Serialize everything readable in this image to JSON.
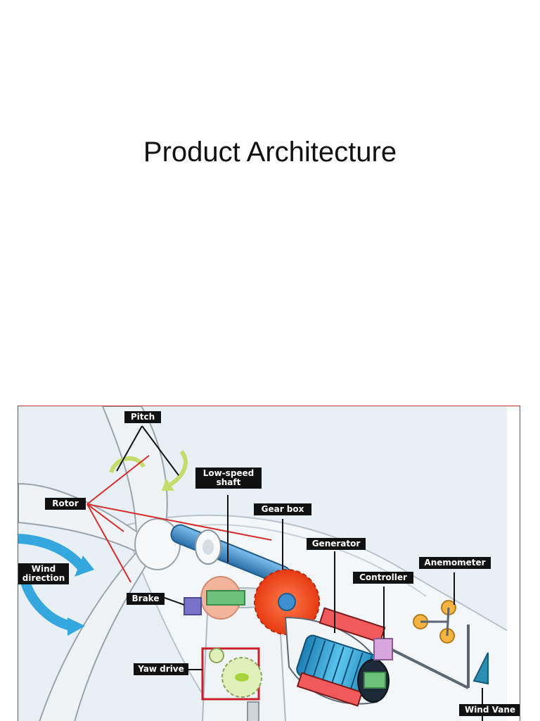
{
  "slide": {
    "title": "Product Architecture"
  },
  "diagram": {
    "labels": {
      "pitch": "Pitch",
      "low_speed_shaft": "Low-speed shaft",
      "rotor": "Rotor",
      "gear_box": "Gear box",
      "generator": "Generator",
      "anemometer": "Anemometer",
      "wind_direction": "Wind direction",
      "controller": "Controller",
      "brake": "Brake",
      "yaw_drive": "Yaw drive",
      "wind_vane": "Wind Vane"
    },
    "colors": {
      "shaft": "#3f8fd0",
      "gear": "#f0441d",
      "generator": "#35a6d8",
      "controller": "#d7a6dd",
      "brake_pad": "#f2b49b",
      "yaw_gear": "#dff0b8",
      "anemometer": "#f5b340",
      "wind_vane": "#2b8fb3",
      "wind_arrows": "#34a7de",
      "callout_lines": "#d62b2b",
      "label_bg": "#111111"
    }
  }
}
